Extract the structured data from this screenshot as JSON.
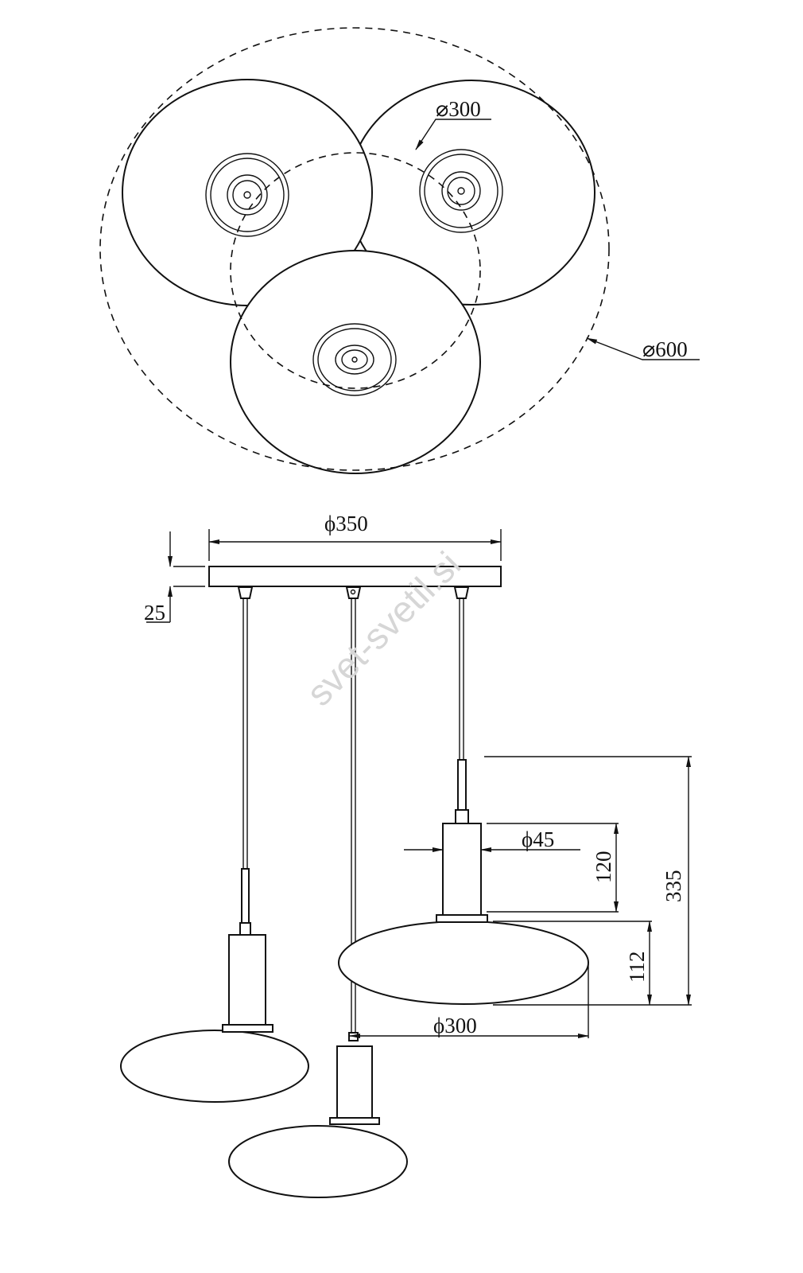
{
  "top_view": {
    "shade_diameter_label": "⌀300",
    "overall_diameter_label": "⌀600"
  },
  "side_view": {
    "canopy_diameter_label": "ϕ350",
    "canopy_height_label": "25",
    "holder_diameter_label": "ϕ45",
    "holder_height_label": "120",
    "shade_height_label": "112",
    "total_height_label": "335",
    "shade_diameter_label": "ϕ300"
  },
  "watermark": "svet-svetil.si"
}
